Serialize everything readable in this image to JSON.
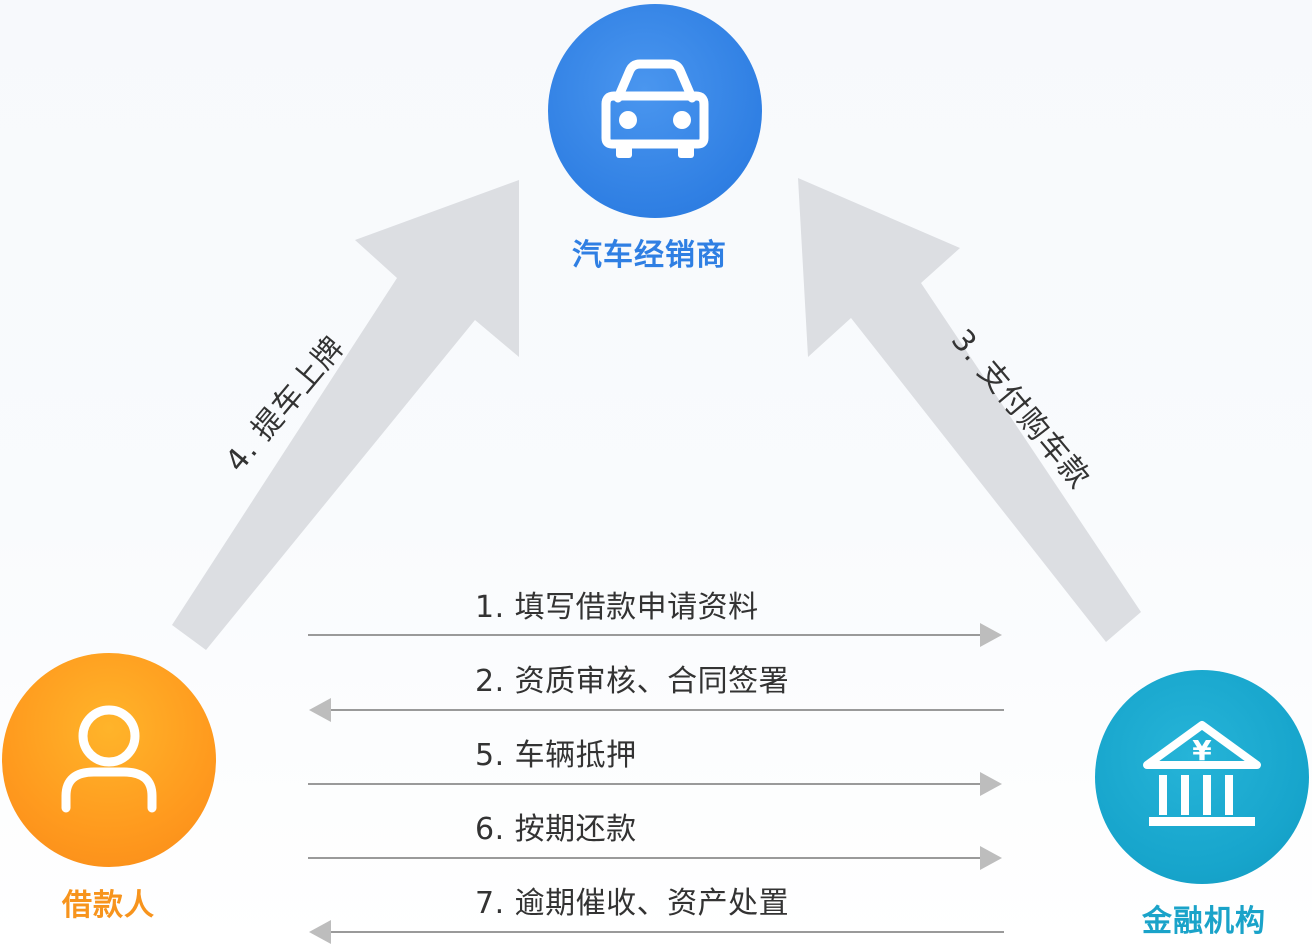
{
  "nodes": {
    "dealer": {
      "label": "汽车经销商",
      "icon": "car-icon",
      "color": "#2f7fe3"
    },
    "borrower": {
      "label": "借款人",
      "icon": "person-icon",
      "color": "#f7941d"
    },
    "bank": {
      "label": "金融机构",
      "icon": "bank-icon",
      "color": "#1aa3c9",
      "symbol": "¥"
    }
  },
  "edges": {
    "step4": "4. 提车上牌",
    "step3": "3. 支付购车款"
  },
  "flows": [
    {
      "label": "1. 填写借款申请资料",
      "direction": "right"
    },
    {
      "label": "2. 资质审核、合同签署",
      "direction": "left"
    },
    {
      "label": "5. 车辆抵押",
      "direction": "right"
    },
    {
      "label": "6. 按期还款",
      "direction": "right"
    },
    {
      "label": "7. 逾期催收、资产处置",
      "direction": "left"
    }
  ],
  "colors": {
    "arrow_gray": "#dcdee2",
    "line_gray": "#9a9a9a"
  }
}
